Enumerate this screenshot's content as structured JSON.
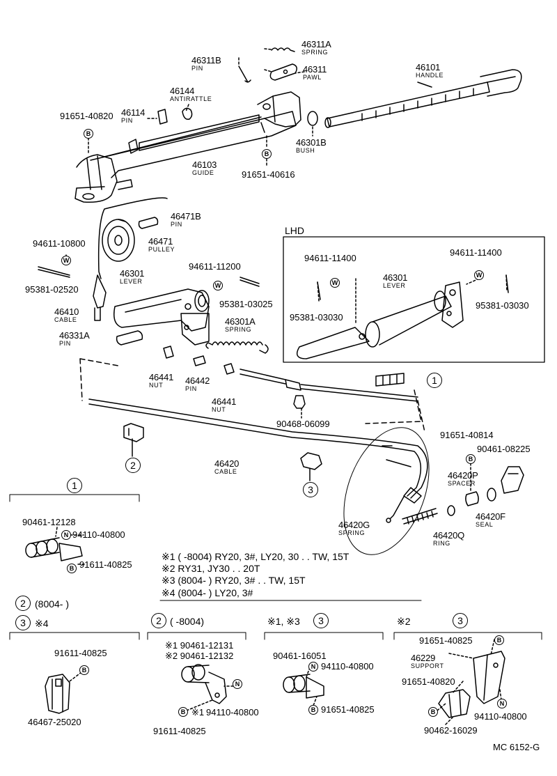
{
  "top": {
    "p46311A": {
      "pn": "46311A",
      "nm": "SPRING"
    },
    "p46311": {
      "pn": "46311",
      "nm": "PAWL"
    },
    "p46311B": {
      "pn": "46311B",
      "nm": "PIN"
    },
    "p46101": {
      "pn": "46101",
      "nm": "HANDLE"
    },
    "p46144": {
      "pn": "46144",
      "nm": "ANTIRATTLE"
    },
    "p46114": {
      "pn": "46114",
      "nm": "PIN"
    },
    "b1": "91651-40820",
    "p46301B": {
      "pn": "46301B",
      "nm": "BUSH"
    },
    "p46103": {
      "pn": "46103",
      "nm": "GUIDE"
    },
    "b2": "91651-40616"
  },
  "mid": {
    "p46471B": {
      "pn": "46471B",
      "nm": "PIN"
    },
    "p46471": {
      "pn": "46471",
      "nm": "PULLEY"
    },
    "w1": "94611-10800",
    "s1": "95381-02520",
    "p46301": {
      "pn": "46301",
      "nm": "LEVER"
    },
    "w2": "94611-11200",
    "s2": "95381-03025",
    "p46410": {
      "pn": "46410",
      "nm": "CABLE"
    },
    "p46301A": {
      "pn": "46301A",
      "nm": "SPRING"
    },
    "p46331A": {
      "pn": "46331A",
      "nm": "PIN"
    },
    "p46441a": {
      "pn": "46441",
      "nm": "NUT"
    },
    "p46442": {
      "pn": "46442",
      "nm": "PIN"
    },
    "p46441b": {
      "pn": "46441",
      "nm": "NUT"
    },
    "clip": "90468-06099"
  },
  "lhd": {
    "title": "LHD",
    "w1": "94611-11400",
    "w2": "94611-11400",
    "lever": {
      "pn": "46301",
      "nm": "LEVER"
    },
    "s1": "95381-03030",
    "s2": "95381-03030"
  },
  "cable": {
    "p46420": {
      "pn": "46420",
      "nm": "CABLE"
    },
    "b1": "91651-40814",
    "c1": "90461-08225",
    "p46420P": {
      "pn": "46420P",
      "nm": "SPACER"
    },
    "p46420G": {
      "pn": "46420G",
      "nm": "SPRING"
    },
    "p46420Q": {
      "pn": "46420Q",
      "nm": "RING"
    },
    "p46420F": {
      "pn": "46420F",
      "nm": "SEAL"
    }
  },
  "circled": {
    "one": "1",
    "two": "2",
    "three": "3"
  },
  "detail1": {
    "a": "90461-12128",
    "b": "94110-40800",
    "c": "91611-40825"
  },
  "notes": [
    "※1 (       -8004) RY20, 3#, LY20, 30 . . TW, 15T",
    "※2 RY31, JY30 . . 20T",
    "※3 (8004-         ) RY20, 3# . . TW, 15T",
    "※4 (8004-         ) LY20, 3#"
  ],
  "detail2a": {
    "head": "(8004-        )",
    "sub": "※4",
    "a": "91611-40825",
    "b": "46467-25020"
  },
  "detail2b": {
    "head": "(        -8004)",
    "a1": "※1 90461-12131",
    "a2": "※2 90461-12132",
    "b": "94110-40800",
    "b_prefix": "※1",
    "c": "91611-40825"
  },
  "detail3a": {
    "head": "※1, ※3",
    "a": "90461-16051",
    "b": "94110-40800",
    "c": "91651-40825"
  },
  "detail3b": {
    "head": "※2",
    "a": "91651-40825",
    "sup": {
      "pn": "46229",
      "nm": "SUPPORT"
    },
    "b": "91651-40820",
    "c": "94110-40800",
    "d": "90462-16029"
  },
  "markers": {
    "B": "B",
    "W": "W",
    "N": "N"
  },
  "footer": "MC  6152-G"
}
